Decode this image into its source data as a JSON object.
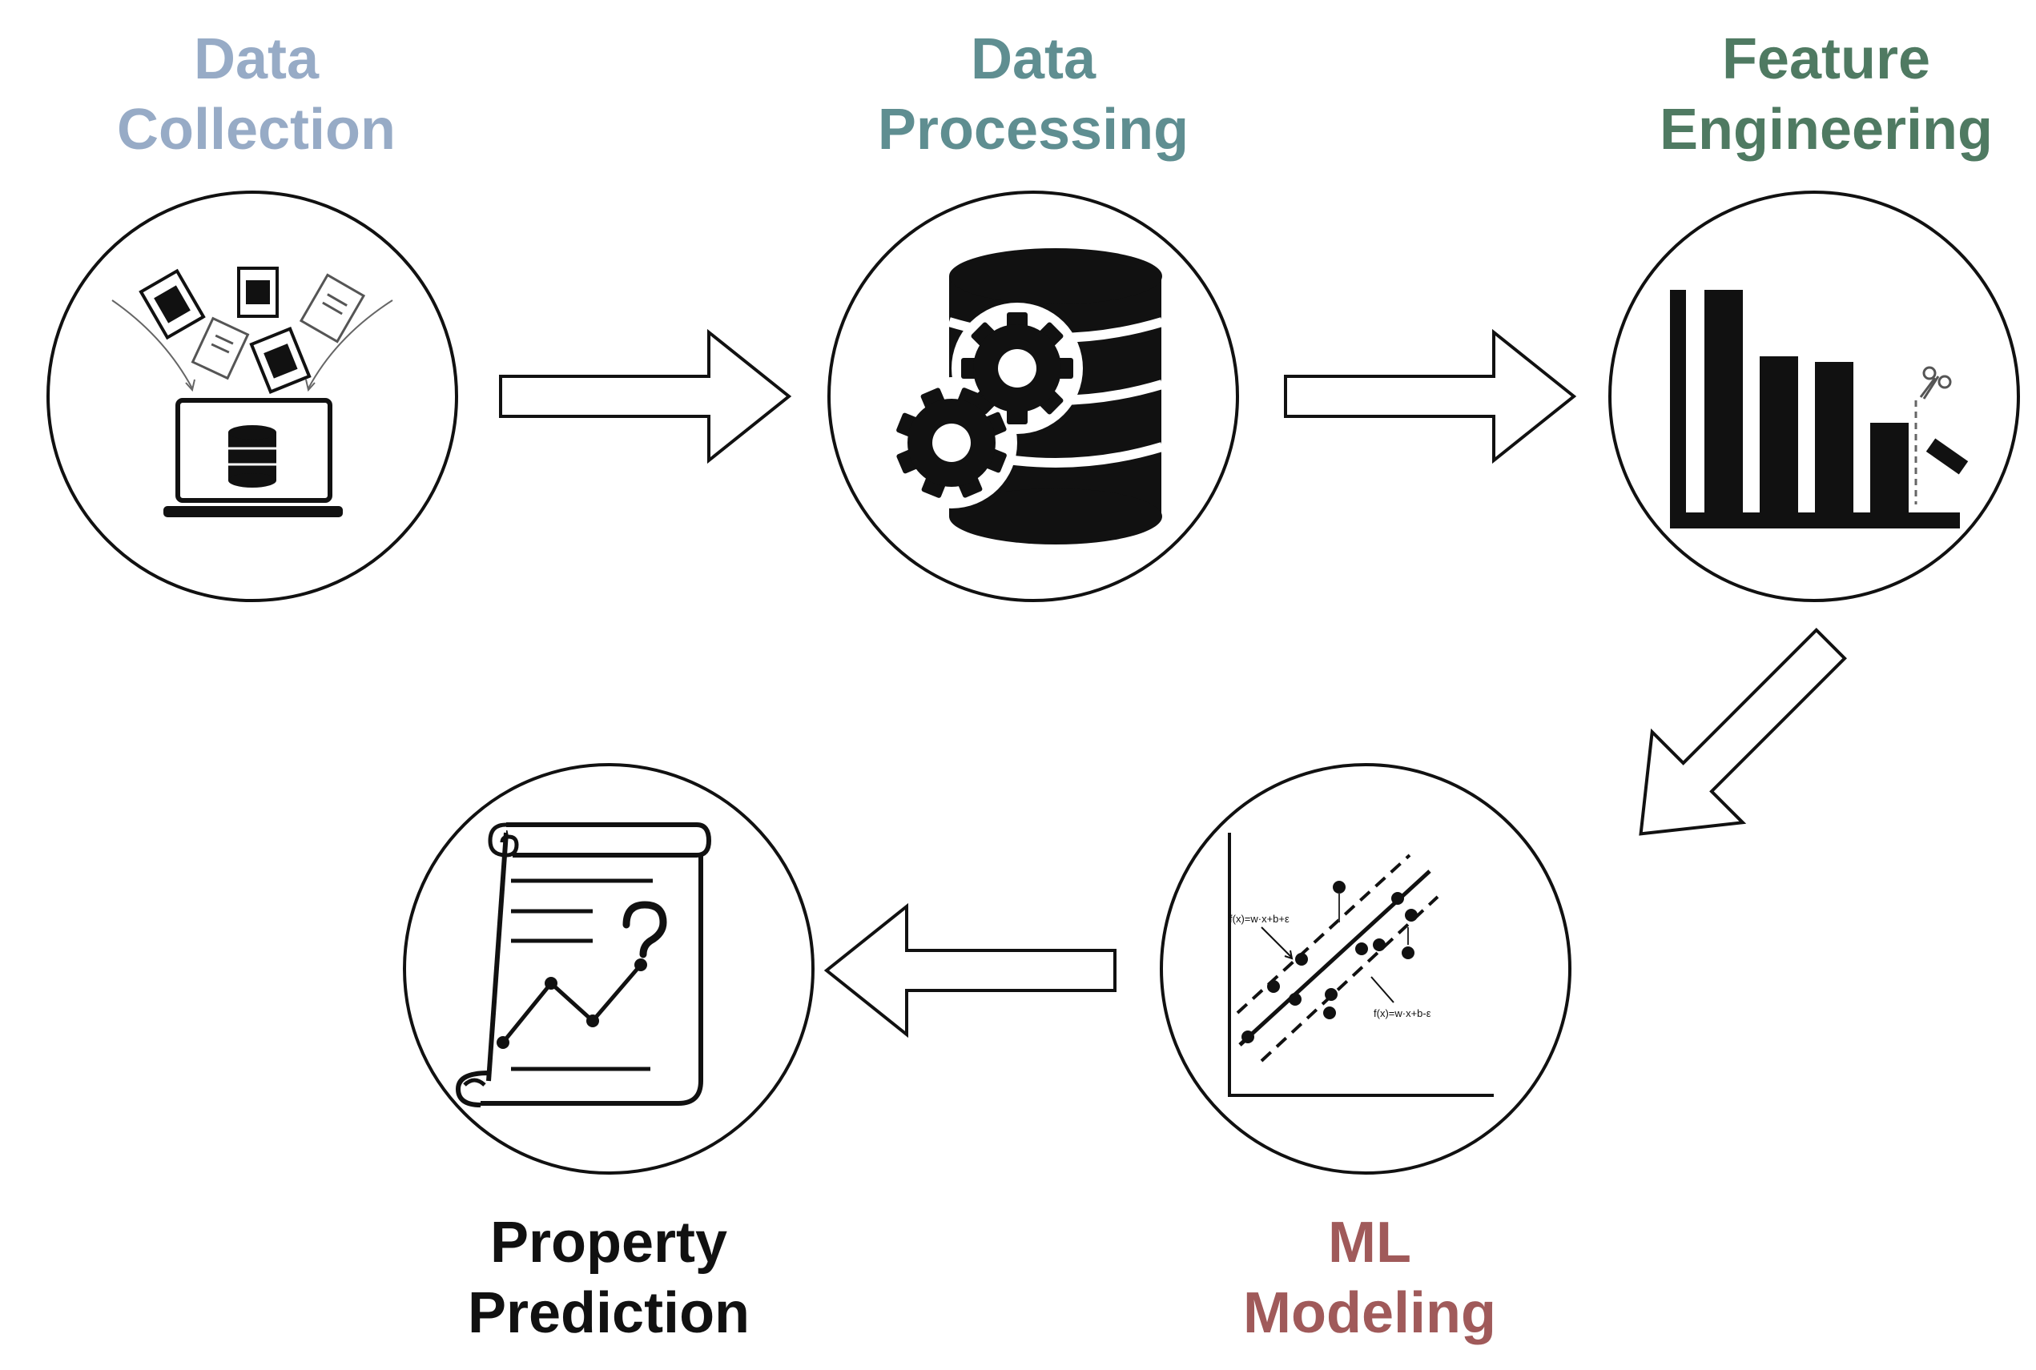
{
  "steps": [
    {
      "id": "collection",
      "line1": "Data",
      "line2": "Collection",
      "color": "#97abc6",
      "icon": "laptop-documents-database-icon"
    },
    {
      "id": "processing",
      "line1": "Data",
      "line2": "Processing",
      "color": "#5f8e91",
      "icon": "database-gears-icon"
    },
    {
      "id": "feature",
      "line1": "Feature",
      "line2": "Engineering",
      "color": "#4f7a62",
      "icon": "bar-chart-scissors-icon"
    },
    {
      "id": "modeling",
      "line1": "ML",
      "line2": "Modeling",
      "color": "#a05a5a",
      "icon": "regression-scatter-icon"
    },
    {
      "id": "prediction",
      "line1": "Property",
      "line2": "Prediction",
      "color": "#111111",
      "icon": "scroll-chart-question-icon"
    }
  ],
  "regression": {
    "upper_formula": "f(x)=w·x+b+ε",
    "lower_formula": "f(x)=w·x+b-ε"
  }
}
